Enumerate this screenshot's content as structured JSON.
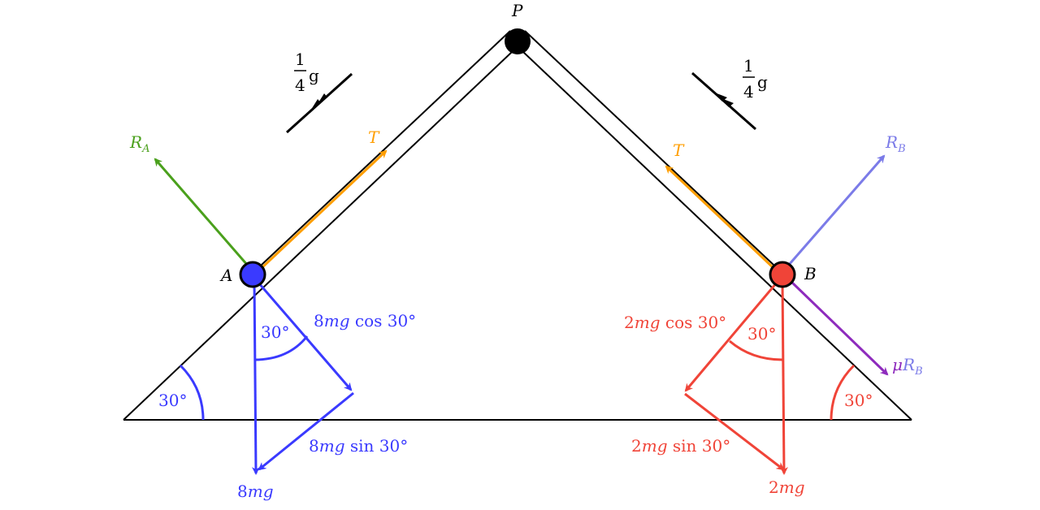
{
  "colors": {
    "black": "#000000",
    "blue": "#3a3aff",
    "red": "#f04438",
    "green": "#4aa01c",
    "orange": "#ff9e00",
    "lavender": "#7b7be8",
    "purple": "#8e2bbd"
  },
  "pulley": {
    "label": "P"
  },
  "particle_a": {
    "label": "A",
    "reaction": {
      "symbol": "R",
      "sub": "A"
    },
    "tension": "T",
    "weight": {
      "coef": "8",
      "var": "mg"
    },
    "normal_component": {
      "coef": "8",
      "var": "mg",
      "fn": " cos 30°"
    },
    "parallel_component": {
      "coef": "8",
      "var": "mg",
      "fn": " sin 30°"
    },
    "angle_component": "30°",
    "angle_incline": "30°",
    "acceleration": {
      "num": "1",
      "den": "4",
      "unit": "g"
    }
  },
  "particle_b": {
    "label": "B",
    "reaction": {
      "symbol": "R",
      "sub": "B"
    },
    "tension": "T",
    "friction": {
      "mu": "μ",
      "symbol": "R",
      "sub": "B"
    },
    "weight": {
      "coef": "2",
      "var": "mg"
    },
    "normal_component": {
      "coef": "2",
      "var": "mg",
      "fn": " cos 30°"
    },
    "parallel_component": {
      "coef": "2",
      "var": "mg",
      "fn": " sin 30°"
    },
    "angle_component": "30°",
    "angle_incline": "30°",
    "acceleration": {
      "num": "1",
      "den": "4",
      "unit": "g"
    }
  }
}
